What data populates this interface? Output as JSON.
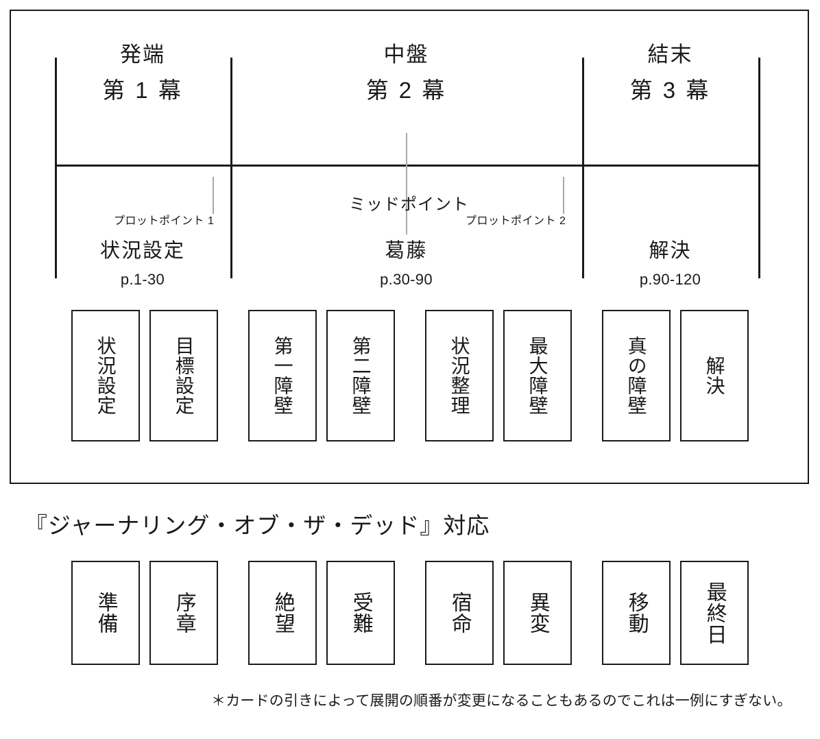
{
  "diagram": {
    "acts": [
      {
        "name": "発端",
        "number": "第 1 幕"
      },
      {
        "name": "中盤",
        "number": "第 2 幕"
      },
      {
        "name": "結末",
        "number": "第 3 幕"
      }
    ],
    "turning_points": {
      "plot_point_1": "プロットポイント 1",
      "midpoint": "ミッドポイント",
      "plot_point_2": "プロットポイント 2"
    },
    "phases": [
      {
        "name": "状況設定",
        "pages": "p.1-30"
      },
      {
        "name": "葛藤",
        "pages": "p.30-90"
      },
      {
        "name": "解決",
        "pages": "p.90-120"
      }
    ],
    "beat_groups": [
      {
        "cards": [
          {
            "label": "状況設定"
          },
          {
            "label": "目標設定"
          }
        ]
      },
      {
        "cards": [
          {
            "label": "第一障壁"
          },
          {
            "label": "第二障壁"
          }
        ]
      },
      {
        "cards": [
          {
            "label": "状況整理"
          },
          {
            "label": "最大障壁"
          }
        ]
      },
      {
        "cards": [
          {
            "label": "真の障壁"
          },
          {
            "label": "解決"
          }
        ]
      }
    ]
  },
  "work": {
    "title": "『ジャーナリング・オブ・ザ・デッド』対応",
    "scenario_groups": [
      {
        "cards": [
          {
            "label": "準備"
          },
          {
            "label": "序章"
          }
        ]
      },
      {
        "cards": [
          {
            "label": "絶望"
          },
          {
            "label": "受難"
          }
        ]
      },
      {
        "cards": [
          {
            "label": "宿命"
          },
          {
            "label": "異変"
          }
        ]
      },
      {
        "cards": [
          {
            "label": "移動"
          },
          {
            "label": "最終日"
          }
        ]
      }
    ]
  },
  "footnote": "＊カードの引きによって展開の順番が変更になることもあるのでこれは一例にすぎない。",
  "colors": {
    "ink": "#1a1a1a",
    "tick": "#a8a8a8",
    "paper": "#ffffff"
  }
}
